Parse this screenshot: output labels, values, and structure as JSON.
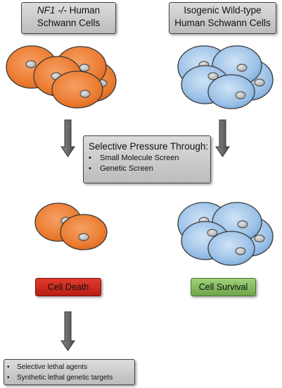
{
  "cell_groups": {
    "nf1_label_italic": "NF1 -/-",
    "nf1_label_rest": " Human",
    "nf1_label_line2": "Schwann Cells",
    "wt_label_line1": "Isogenic Wild-type",
    "wt_label_line2": "Human Schwann Cells"
  },
  "pressure": {
    "heading": "Selective Pressure Through:",
    "items": [
      "Small Molecule Screen",
      "Genetic Screen"
    ]
  },
  "outcomes": {
    "death": "Cell Death",
    "survival": "Cell Survival"
  },
  "targets": {
    "items": [
      "Selective lethal agents",
      "Synthetic lethal genetic targets"
    ]
  },
  "colors": {
    "nf1_cell_fill": "#ed7d31",
    "wt_cell_fill": "#9dc3e6",
    "death_fill": "#d0281d",
    "survival_fill": "#86c15e",
    "box_fill": "#cccccc",
    "arrow_fill": "#6e6e6e"
  }
}
